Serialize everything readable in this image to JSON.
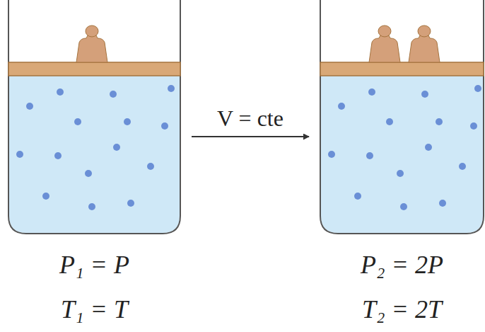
{
  "diagram": {
    "nodes": [
      {
        "text": [
          "P₁ = P",
          "T₁ = T"
        ]
      },
      {
        "text": [
          "P₂ = 2P",
          "T₂ = 2T"
        ]
      }
    ],
    "edges": [
      {
        "from": 0,
        "to": 1,
        "arrow": "to",
        "label": "V = cte"
      }
    ]
  }
}
